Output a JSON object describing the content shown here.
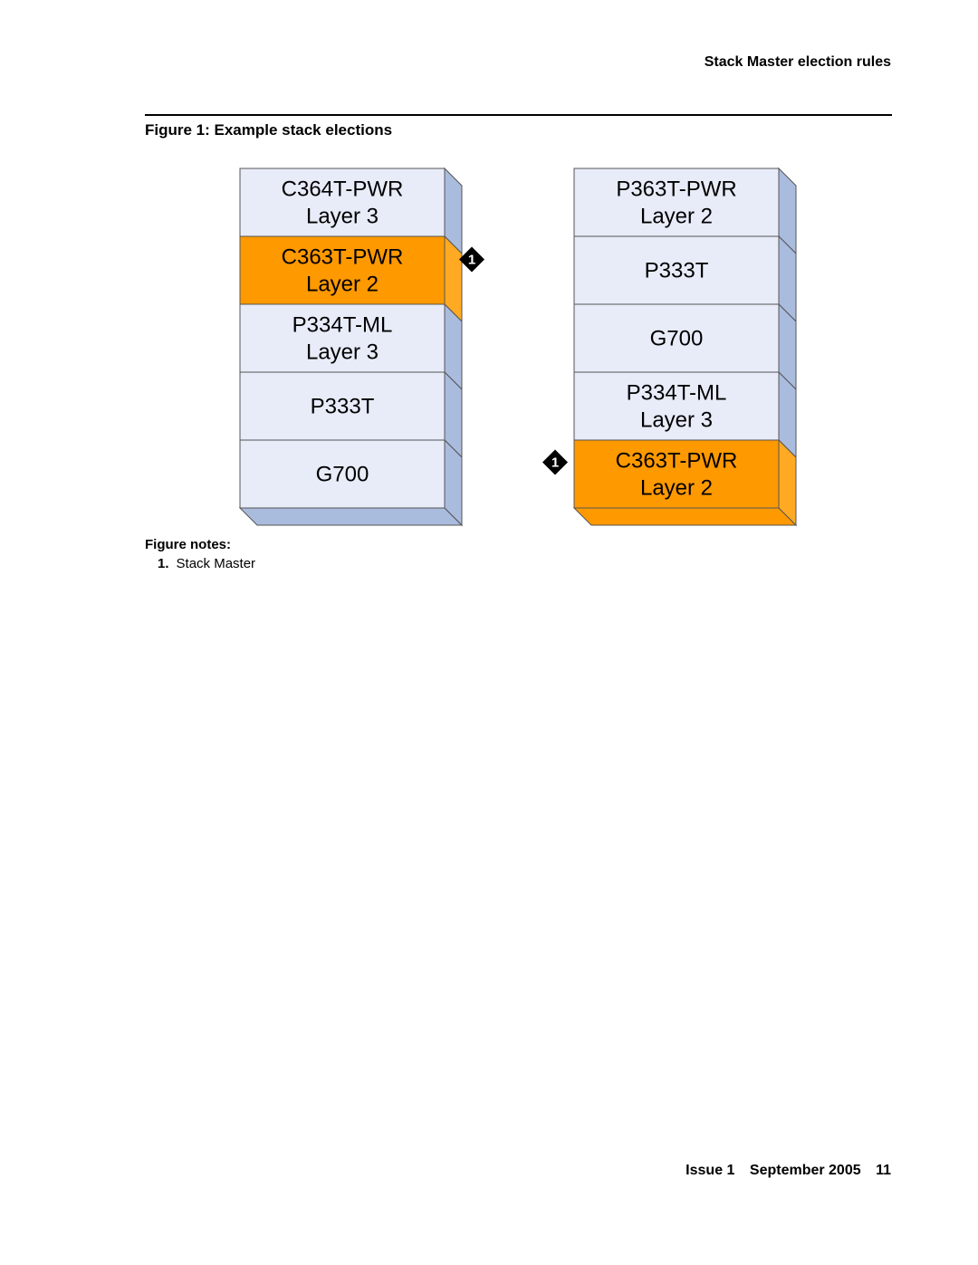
{
  "header": {
    "section_title": "Stack Master election rules"
  },
  "figure": {
    "caption": "Figure 1: Example stack elections",
    "marker_label": "1",
    "colors": {
      "normal_face": "#e8ecf9",
      "normal_side": "#aabcde",
      "master_face": "#ff9900",
      "master_side": "#ffaa22",
      "marker": "#000000"
    },
    "stacks": [
      {
        "units": [
          {
            "lines": [
              "C364T-PWR",
              "Layer 3"
            ],
            "master": false
          },
          {
            "lines": [
              "C363T-PWR",
              "Layer 2"
            ],
            "master": true
          },
          {
            "lines": [
              "P334T-ML",
              "Layer 3"
            ],
            "master": false
          },
          {
            "lines": [
              "P333T"
            ],
            "master": false
          },
          {
            "lines": [
              "G700"
            ],
            "master": false
          }
        ]
      },
      {
        "units": [
          {
            "lines": [
              "P363T-PWR",
              "Layer 2"
            ],
            "master": false
          },
          {
            "lines": [
              "P333T"
            ],
            "master": false
          },
          {
            "lines": [
              "G700"
            ],
            "master": false
          },
          {
            "lines": [
              "P334T-ML",
              "Layer 3"
            ],
            "master": false
          },
          {
            "lines": [
              "C363T-PWR",
              "Layer 2"
            ],
            "master": true
          }
        ]
      }
    ]
  },
  "notes": {
    "title": "Figure notes:",
    "items": [
      {
        "number": "1.",
        "text": "Stack Master"
      }
    ]
  },
  "footer": {
    "issue": "Issue 1",
    "date": "September 2005",
    "page": "11"
  }
}
